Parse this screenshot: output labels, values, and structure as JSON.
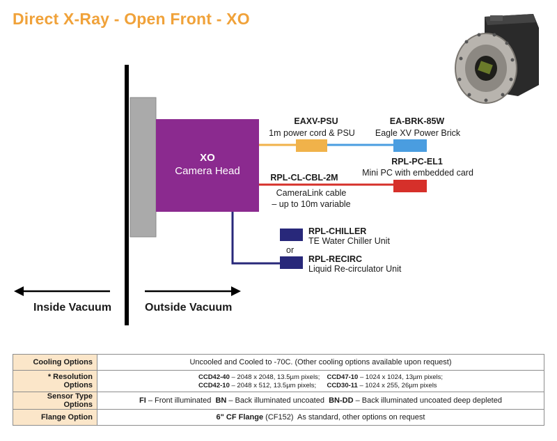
{
  "title": "Direct X-Ray - Open Front - XO",
  "camera_head": {
    "name": "XO",
    "label": "Camera Head"
  },
  "components": {
    "psu": {
      "code": "EAXV-PSU",
      "desc": "1m power cord & PSU"
    },
    "brick": {
      "code": "EA-BRK-85W",
      "desc": "Eagle XV Power Brick"
    },
    "pc": {
      "code": "RPL-PC-EL1",
      "desc": "Mini PC with embedded card"
    },
    "cable": {
      "code": "RPL-CL-CBL-2M",
      "desc1": "CameraLink cable",
      "desc2": "– up to 10m variable"
    },
    "chiller": {
      "code": "RPL-CHILLER",
      "desc": "TE Water Chiller Unit"
    },
    "or": "or",
    "recirc": {
      "code": "RPL-RECIRC",
      "desc": "Liquid Re-circulator Unit"
    }
  },
  "vacuum": {
    "inside": "Inside Vacuum",
    "outside": "Outside Vacuum"
  },
  "colors": {
    "title": "#f0a23a",
    "head": "#8b2a8f",
    "psu": "#f0b24a",
    "brick": "#4a9de0",
    "pc": "#d6302a",
    "cooler": "#28287a",
    "flange": "#aaaaaa",
    "table_header": "#fbe6c9"
  },
  "spec_table": {
    "cooling": {
      "label": "Cooling Options",
      "value": "Uncooled and Cooled to -70C.  (Other cooling options available upon request)"
    },
    "resolution": {
      "label": "* Resolution Options",
      "items": [
        {
          "model": "CCD42-40",
          "spec": " – 2048 x 2048, 13.5µm pixels;"
        },
        {
          "model": "CCD47-10",
          "spec": " – 1024 x 1024, 13µm pixels;"
        },
        {
          "model": "CCD42-10",
          "spec": " – 2048 x 512, 13.5µm pixels;"
        },
        {
          "model": "CCD30-11",
          "spec": " – 1024 x 255, 26µm pixels"
        }
      ]
    },
    "sensor": {
      "label": "Sensor Type Options",
      "items": [
        {
          "code": "FI",
          "text": " – Front illuminated  "
        },
        {
          "code": "BN",
          "text": " – Back illuminated uncoated  "
        },
        {
          "code": "BN-DD",
          "text": " – Back illuminated uncoated deep depleted"
        }
      ]
    },
    "flange": {
      "label": "Flange Option",
      "bold": "6\" CF Flange",
      "rest": " (CF152)  As standard, other options on request"
    }
  }
}
